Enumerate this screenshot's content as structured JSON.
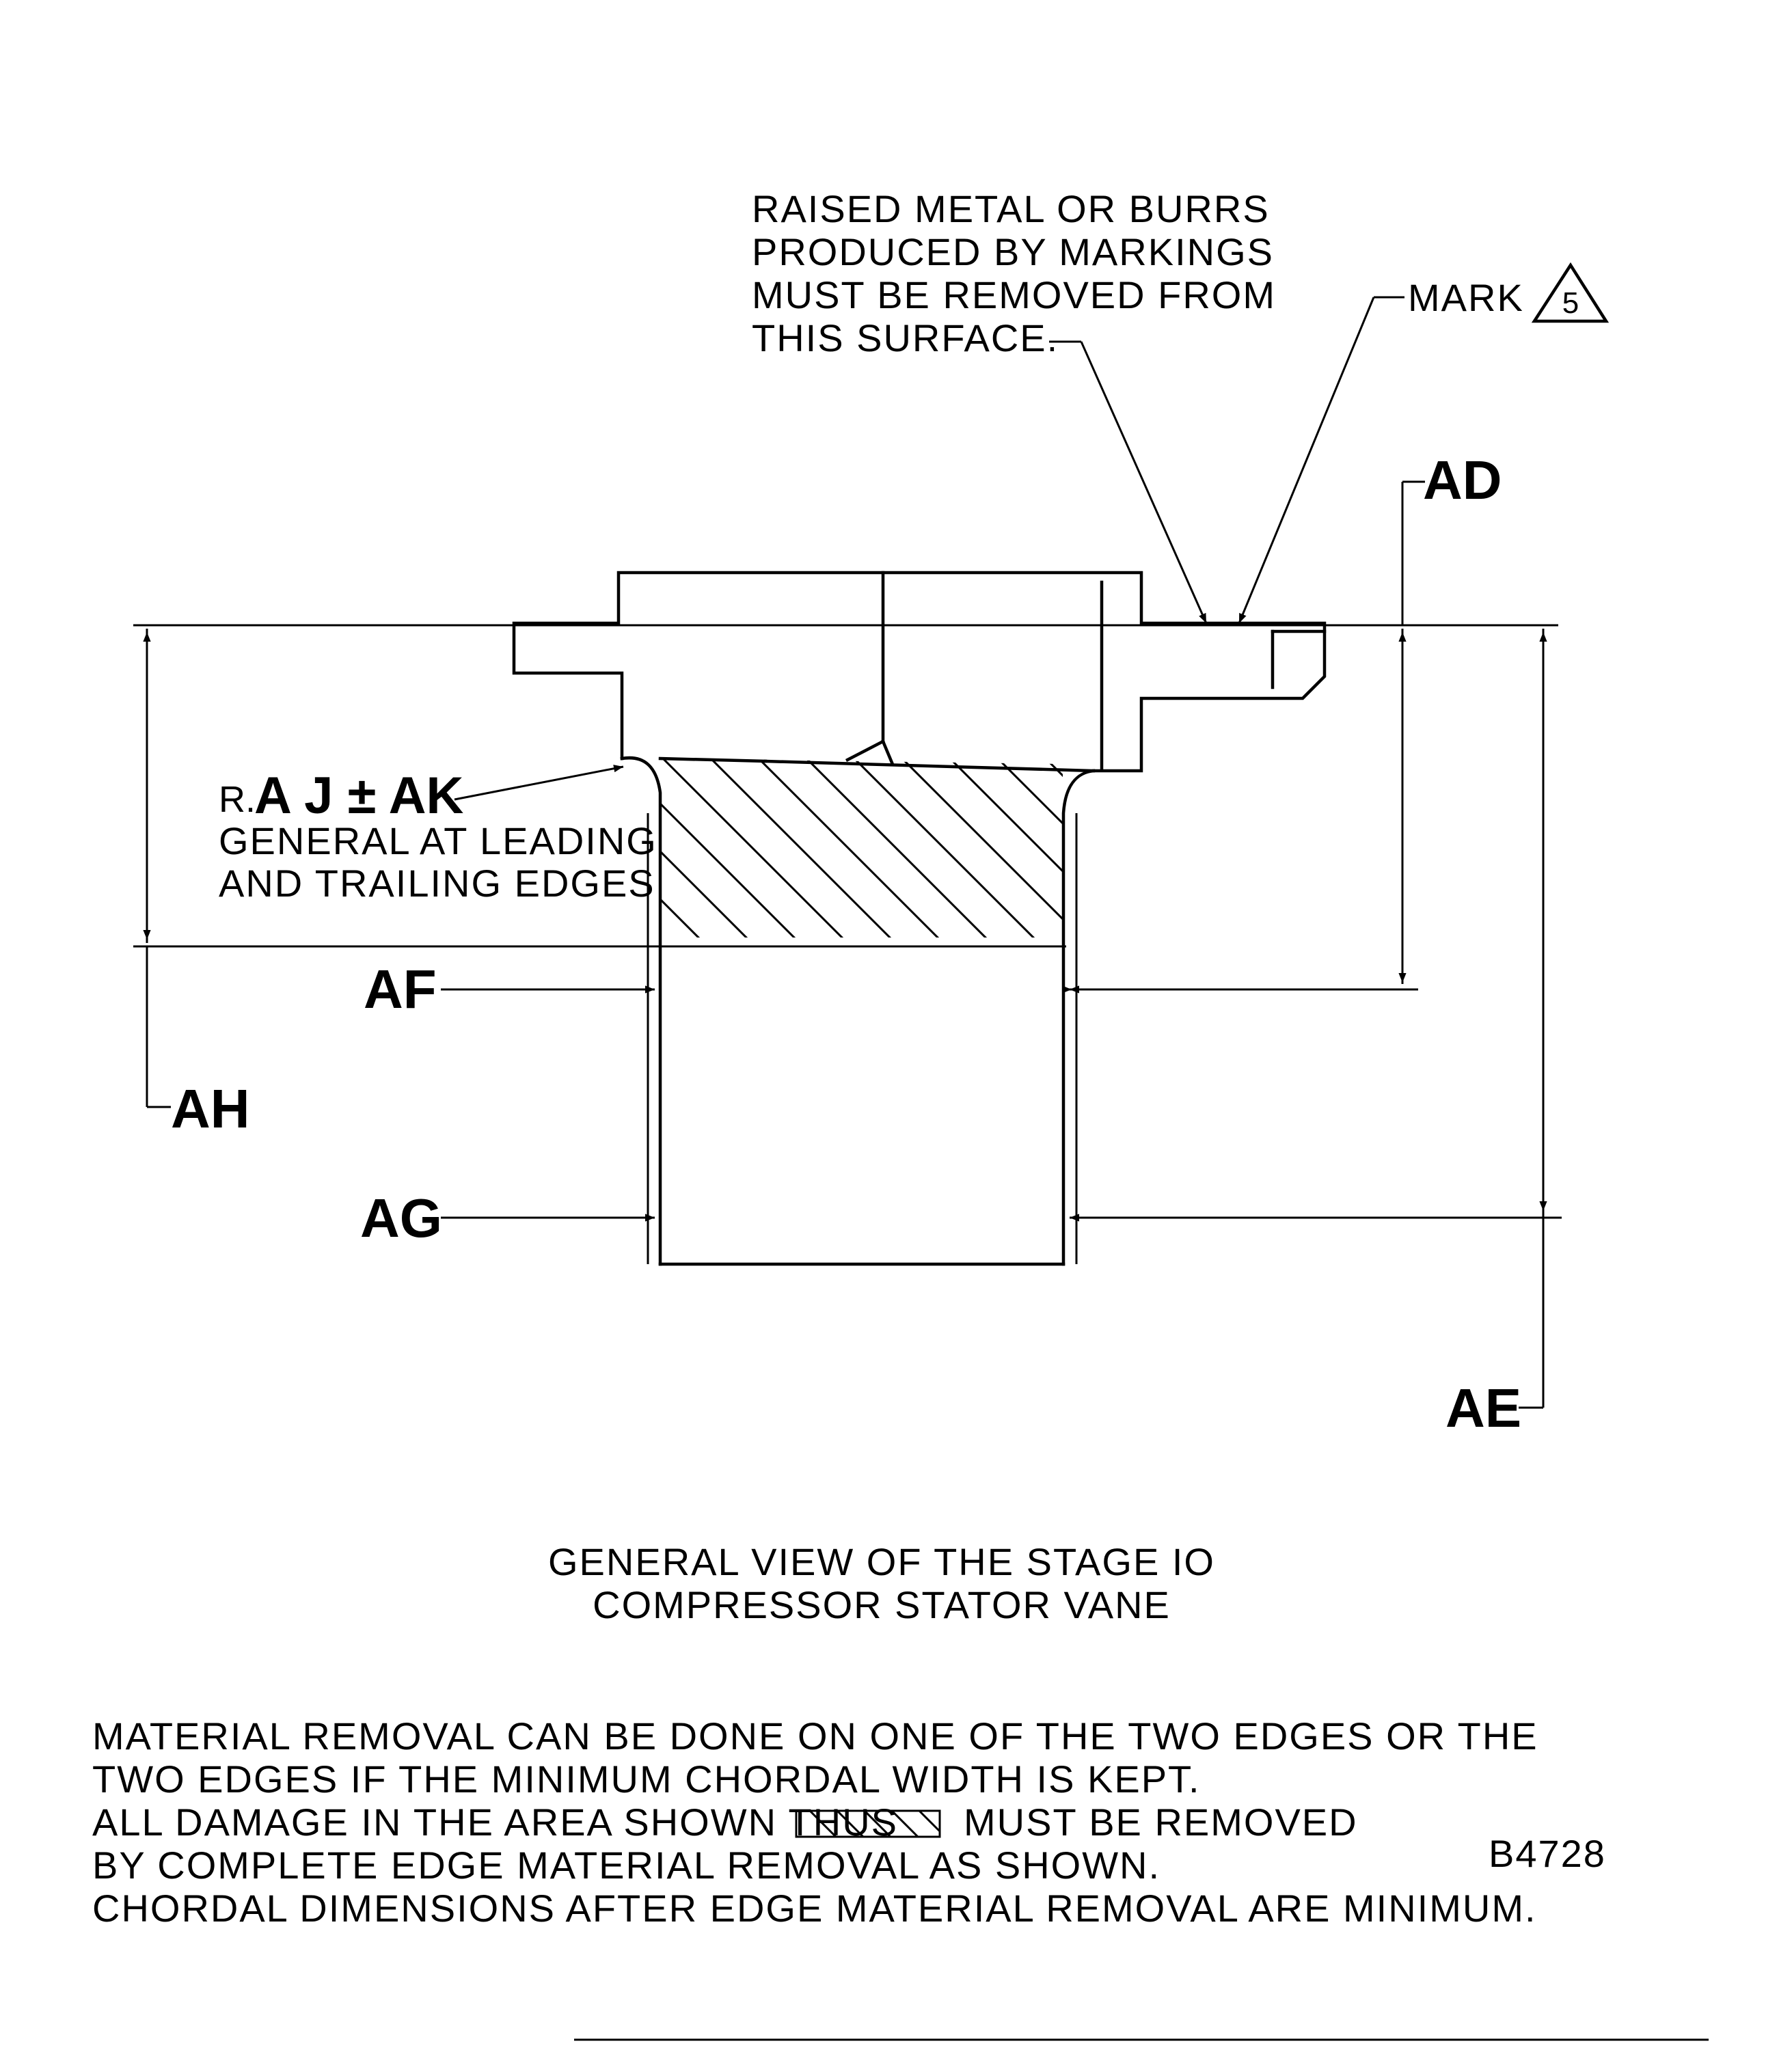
{
  "notes": {
    "raised_metal": [
      "RAISED METAL OR BURRS",
      "PRODUCED BY MARKINGS",
      "MUST BE REMOVED FROM",
      "THIS SURFACE."
    ],
    "mark": "MARK",
    "mark_symbol": "5",
    "radius_prefix": "R.",
    "radius_value": "A J ± AK",
    "radius_note": [
      "GENERAL AT LEADING",
      "AND TRAILING EDGES"
    ]
  },
  "labels": {
    "AD": "AD",
    "AE": "AE",
    "AF": "AF",
    "AG": "AG",
    "AH": "AH"
  },
  "caption": [
    "GENERAL VIEW OF THE STAGE IO",
    "COMPRESSOR STATOR VANE"
  ],
  "footer_notes": {
    "line1": "MATERIAL REMOVAL CAN BE DONE ON ONE OF THE TWO EDGES OR THE",
    "line2": "TWO EDGES IF THE MINIMUM CHORDAL WIDTH IS KEPT.",
    "line3a": "ALL DAMAGE IN THE AREA SHOWN THUS",
    "line3b": "MUST BE REMOVED",
    "line4": "BY COMPLETE EDGE MATERIAL REMOVAL AS SHOWN.",
    "line5": "CHORDAL DIMENSIONS AFTER EDGE MATERIAL REMOVAL ARE MINIMUM."
  },
  "figure_id": "B4728"
}
